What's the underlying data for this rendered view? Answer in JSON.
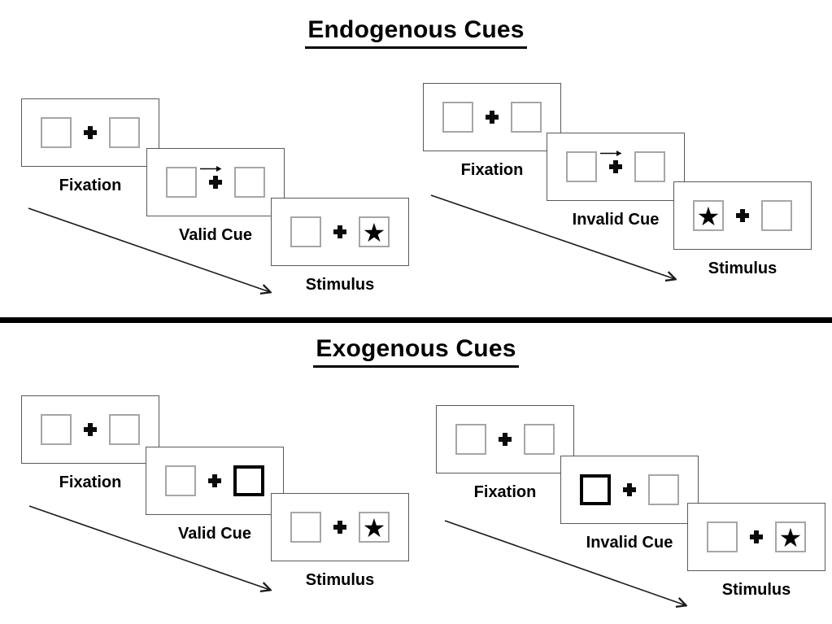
{
  "colors": {
    "background": "#ffffff",
    "panel_border": "#595959",
    "box_border": "#a6a6a6",
    "cue_highlight_border": "#000000",
    "ink": "#000000"
  },
  "icons": {
    "star": "★",
    "fixation_cross": "+",
    "cue_direction_arrow": "right-arrow",
    "timeline_arrow": "down-right-arrow"
  },
  "sections": [
    {
      "id": "endogenous",
      "title": "Endogenous Cues",
      "groups": [
        {
          "id": "endogenous-valid",
          "panels": [
            {
              "label": "Fixation",
              "left_box": "empty",
              "right_box": "empty",
              "cue_arrow": false
            },
            {
              "label": "Valid Cue",
              "left_box": "empty",
              "right_box": "empty",
              "cue_arrow": true
            },
            {
              "label": "Stimulus",
              "left_box": "empty",
              "right_box": "star",
              "cue_arrow": false
            }
          ]
        },
        {
          "id": "endogenous-invalid",
          "panels": [
            {
              "label": "Fixation",
              "left_box": "empty",
              "right_box": "empty",
              "cue_arrow": false
            },
            {
              "label": "Invalid Cue",
              "left_box": "empty",
              "right_box": "empty",
              "cue_arrow": true
            },
            {
              "label": "Stimulus",
              "left_box": "star",
              "right_box": "empty",
              "cue_arrow": false
            }
          ]
        }
      ]
    },
    {
      "id": "exogenous",
      "title": "Exogenous Cues",
      "groups": [
        {
          "id": "exogenous-valid",
          "panels": [
            {
              "label": "Fixation",
              "left_box": "empty",
              "right_box": "empty",
              "cue_arrow": false
            },
            {
              "label": "Valid Cue",
              "left_box": "empty",
              "right_box": "highlighted",
              "cue_arrow": false
            },
            {
              "label": "Stimulus",
              "left_box": "empty",
              "right_box": "star",
              "cue_arrow": false
            }
          ]
        },
        {
          "id": "exogenous-invalid",
          "panels": [
            {
              "label": "Fixation",
              "left_box": "empty",
              "right_box": "empty",
              "cue_arrow": false
            },
            {
              "label": "Invalid Cue",
              "left_box": "highlighted",
              "right_box": "empty",
              "cue_arrow": false
            },
            {
              "label": "Stimulus",
              "left_box": "empty",
              "right_box": "star",
              "cue_arrow": false
            }
          ]
        }
      ]
    }
  ]
}
